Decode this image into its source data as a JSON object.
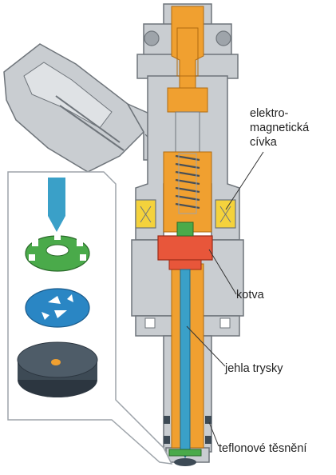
{
  "labels": {
    "coil": [
      "elektro-",
      "magnetická",
      "cívka"
    ],
    "armature": "kotva",
    "needle": "jehla trysky",
    "seal": "teflonové těsnění"
  },
  "colors": {
    "body_gray": "#c9cdd1",
    "outline": "#6f757b",
    "orange": "#f0a030",
    "armature_red": "#e8563a",
    "needle_blue": "#3aa0c8",
    "coil_yellow": "#f4d23c",
    "disc_green": "#4aaa4a",
    "disc_blue": "#2a86c4",
    "disc_dark": "#3d4a55"
  },
  "icons": [
    "nozzle-tip-icon",
    "green-slotted-disc-icon",
    "blue-swirl-disc-icon",
    "dark-orifice-disc-icon"
  ]
}
